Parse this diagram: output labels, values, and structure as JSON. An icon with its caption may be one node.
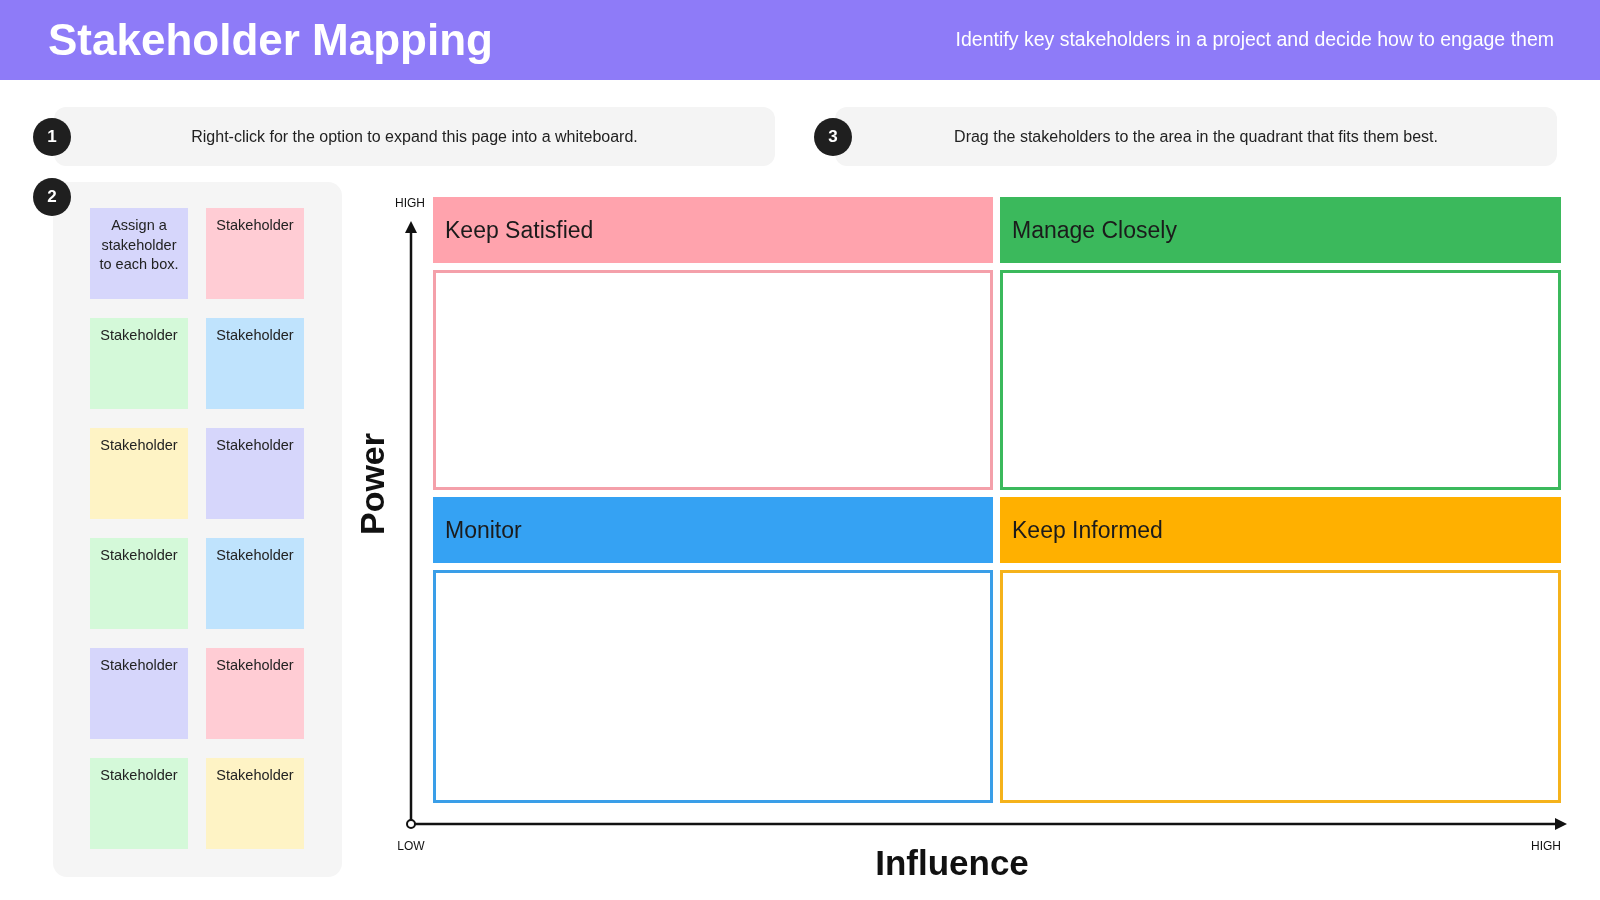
{
  "diagram": {
    "title": "Stakeholder Mapping",
    "nodes": [
      {
        "text": [
          "1"
        ]
      },
      {
        "text": [
          "Right-click for the option to expand this page into a whiteboard."
        ]
      },
      {
        "text": [
          "3"
        ]
      },
      {
        "text": [
          "Drag the stakeholders to the area in the quadrant that fits them best."
        ]
      },
      {
        "text": [
          "2"
        ]
      },
      {
        "text": [],
        "shape": "box"
      },
      {
        "text": [
          "Assign a stakeholder to each box."
        ],
        "in": 5
      },
      {
        "text": [
          "Stakeholder"
        ],
        "in": 5
      },
      {
        "text": [
          "Stakeholder"
        ],
        "in": 5
      },
      {
        "text": [
          "Stakeholder"
        ],
        "in": 5
      },
      {
        "text": [
          "Stakeholder"
        ],
        "in": 5
      },
      {
        "text": [
          "Stakeholder"
        ],
        "in": 5
      },
      {
        "text": [
          "Stakeholder"
        ],
        "in": 5
      },
      {
        "text": [
          "Stakeholder"
        ],
        "in": 5
      },
      {
        "text": [
          "Stakeholder"
        ],
        "in": 5
      },
      {
        "text": [
          "Stakeholder"
        ],
        "in": 5
      },
      {
        "text": [
          "Stakeholder"
        ],
        "in": 5
      },
      {
        "text": [
          "Stakeholder"
        ],
        "in": 5
      },
      {
        "text": [
          "Keep Satisfied"
        ]
      },
      {
        "text": [
          "Manage Closely"
        ]
      },
      {
        "text": [],
        "shape": "box"
      },
      {
        "text": [],
        "shape": "box"
      },
      {
        "text": [
          "Monitor"
        ]
      },
      {
        "text": [
          "Keep Informed"
        ]
      },
      {
        "text": [],
        "shape": "box"
      },
      {
        "text": [],
        "shape": "box"
      }
    ],
    "labels": [
      "Identify key stakeholders in a project and decide how to engage them",
      "HIGH",
      "Power",
      "LOW",
      "HIGH",
      "Influence"
    ]
  }
}
